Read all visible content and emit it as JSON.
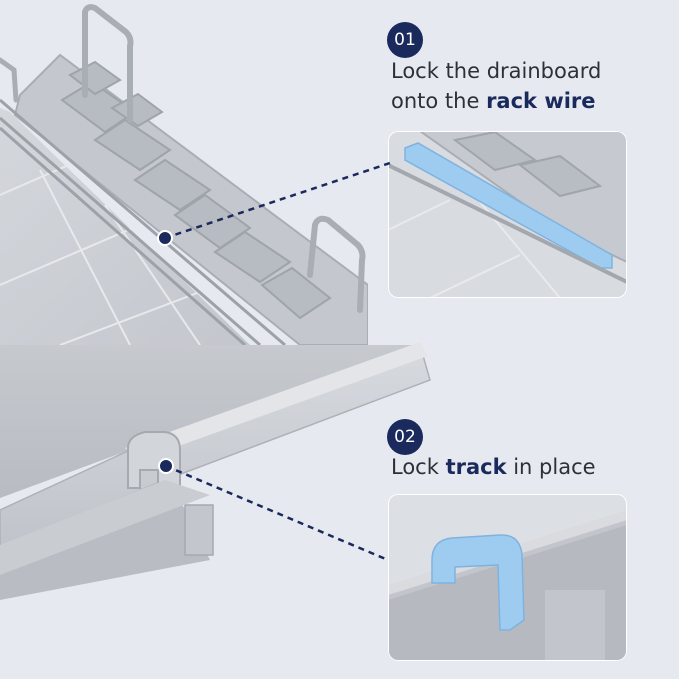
{
  "steps": [
    {
      "number": "01",
      "caption": {
        "line1": "Lock the drainboard",
        "line2_prefix": "onto the ",
        "line2_bold": "rack wire"
      }
    },
    {
      "number": "02",
      "caption": {
        "prefix": "Lock ",
        "bold": "track",
        "suffix": " in place"
      }
    }
  ],
  "colors": {
    "background": "#e6eaf0",
    "badge": "#1b2a5c",
    "highlight": "#9ecbf0",
    "connector": "#1b2a5c"
  }
}
